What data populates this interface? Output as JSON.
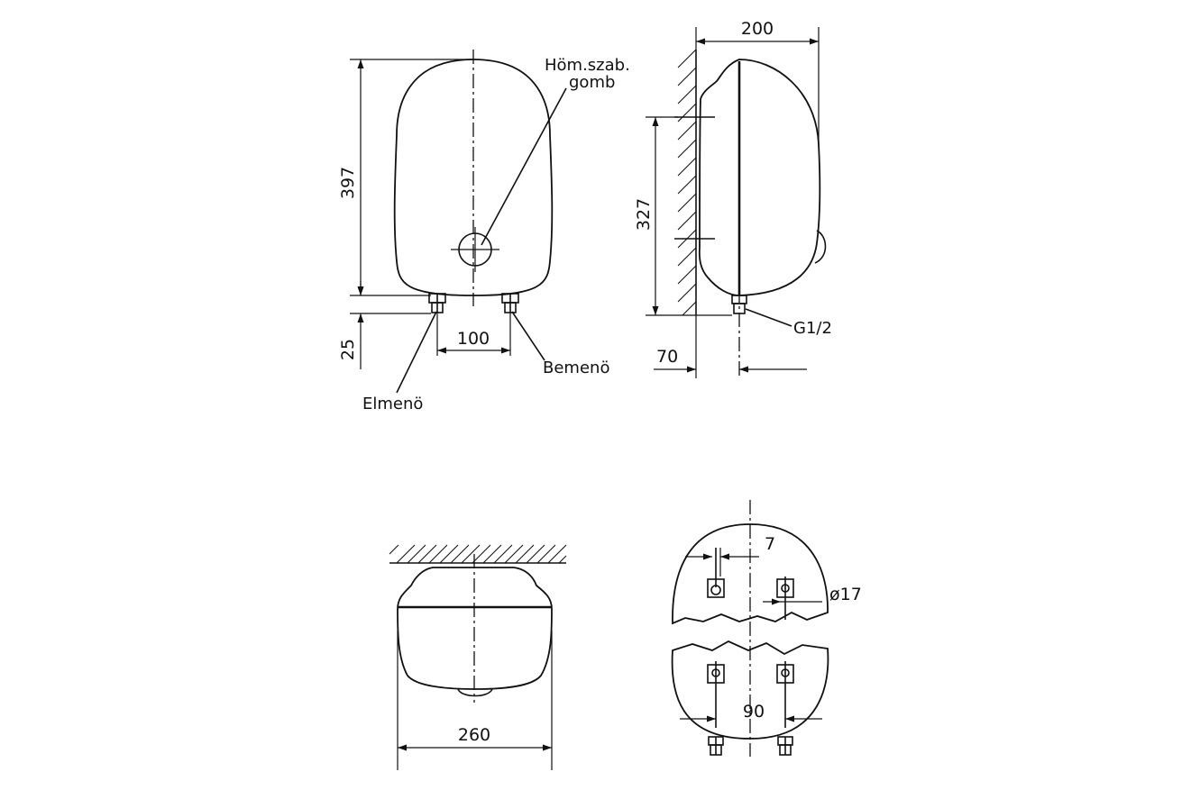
{
  "front_view": {
    "height_dim": "397",
    "bottom_dim": "25",
    "spacing_dim": "100",
    "knob_label_line1": "Höm.szab.",
    "knob_label_line2": "gomb",
    "outlet_label": "Elmenö",
    "inlet_label": "Bemenö"
  },
  "side_view": {
    "depth_dim": "200",
    "mount_dim": "327",
    "offset_dim": "70",
    "thread_label": "G1/2"
  },
  "top_view": {
    "width_dim": "260"
  },
  "rear_view": {
    "slot_dim": "7",
    "hole_dim": "ø17",
    "spacing_dim": "90"
  }
}
